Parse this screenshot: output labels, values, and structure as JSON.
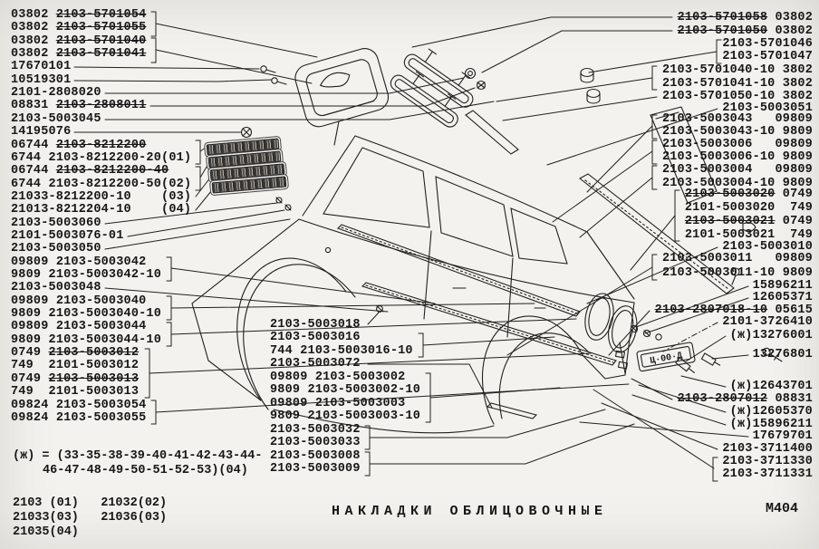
{
  "document": {
    "title": "НАКЛАДКИ ОБЛИЦОВОЧНЫЕ",
    "page_code": "М404"
  },
  "footnote": {
    "symbol_line": "(ж) = (33-35-38-39-40-41-42-43-44-",
    "continuation": "46-47-48-49-50-51-52-53)(04)"
  },
  "model_variants": {
    "rows": [
      "2103 (01)   21032(02)",
      "21033(03)   21036(03)",
      "21035(04)"
    ]
  },
  "plate": {
    "text": "Ц·00·Д"
  },
  "labels": {
    "left": [
      {
        "pre": "03802 ",
        "num": "2103-5701054",
        "struck": true
      },
      {
        "pre": "03802 ",
        "num": "2103-5701055",
        "struck": true
      },
      {
        "pre": "03802 ",
        "num": "2103-5701040",
        "struck": true
      },
      {
        "pre": "03802 ",
        "num": "2103-5701041",
        "struck": true
      },
      {
        "num": "17670101"
      },
      {
        "num": "10519301"
      },
      {
        "num": "2101-2808020"
      },
      {
        "pre": "08831 ",
        "num": "2103-2808011",
        "struck": true
      },
      {
        "num": "2103-5003045"
      },
      {
        "num": "14195076"
      },
      {
        "pre": "06744 ",
        "num": "2103-8212200",
        "struck": true
      },
      {
        "pre": "6744 ",
        "num": "2103-8212200-20(01)"
      },
      {
        "pre": "06744 ",
        "num": "2103-8212200-40",
        "struck": true
      },
      {
        "pre": "6744 ",
        "num": "2103-8212200-50(02)"
      },
      {
        "num": "21033-8212200-10",
        "post": "    (03)"
      },
      {
        "num": "21013-8212204-10",
        "post": "    (04)"
      },
      {
        "num": "2103-5003060"
      },
      {
        "num": "2101-5003076-01"
      },
      {
        "num": "2103-5003050"
      },
      {
        "pre": "09809 ",
        "num": "2103-5003042"
      },
      {
        "pre": "9809 ",
        "num": "2103-5003042-10"
      },
      {
        "num": "2103-5003048"
      },
      {
        "pre": "09809 ",
        "num": "2103-5003040"
      },
      {
        "pre": "9809 ",
        "num": "2103-5003040-10"
      },
      {
        "pre": "09809 ",
        "num": "2103-5003044"
      },
      {
        "pre": "9809 ",
        "num": "2103-5003044-10"
      },
      {
        "pre": "0749 ",
        "num": "2103-5003012",
        "struck": true
      },
      {
        "pre": "749  ",
        "num": "2101-5003012"
      },
      {
        "pre": "0749 ",
        "num": "2103-5003013",
        "struck": true
      },
      {
        "pre": "749  ",
        "num": "2101-5003013"
      },
      {
        "pre": "09824 ",
        "num": "2103-5003054"
      },
      {
        "pre": "09824 ",
        "num": "2103-5003055"
      }
    ],
    "center": [
      {
        "num": "2103-5003018"
      },
      {
        "num": "2103-5003016"
      },
      {
        "pre": "744 ",
        "num": "2103-5003016-10"
      },
      {
        "num": "2103-5003072"
      },
      {
        "pre": "09809 ",
        "num": "2103-5003002"
      },
      {
        "pre": "9809 ",
        "num": "2103-5003002-10"
      },
      {
        "pre": "09809 ",
        "num": "2103-5003003"
      },
      {
        "pre": "9809 ",
        "num": "2103-5003003-10"
      },
      {
        "num": "2103-5003032"
      },
      {
        "num": "2103-5003033"
      },
      {
        "num": "2103-5003008"
      },
      {
        "num": "2103-5003009"
      }
    ],
    "right": [
      {
        "num": "2103-5701058",
        "post": " 03802",
        "struck": true
      },
      {
        "num": "2103-5701050",
        "post": " 03802",
        "struck": true
      },
      {
        "num": "2103-5701046"
      },
      {
        "num": "2103-5701047"
      },
      {
        "num": "2103-5701040-10",
        "post": " 3802"
      },
      {
        "num": "2103-5701041-10",
        "post": " 3802"
      },
      {
        "num": "2103-5701050-10",
        "post": " 3802"
      },
      {
        "num": "2103-5003051"
      },
      {
        "num": "2103-5003043",
        "post": "   09809"
      },
      {
        "num": "2103-5003043-10",
        "post": " 9809"
      },
      {
        "num": "2103-5003006",
        "post": "   09809"
      },
      {
        "num": "2103-5003006-10",
        "post": " 9809"
      },
      {
        "num": "2103-5003004",
        "post": "   09809"
      },
      {
        "num": "2103-5003004-10",
        "post": " 9809"
      },
      {
        "num": "2103-5003020",
        "post": " 0749",
        "struck": true
      },
      {
        "num": "2101-5003020",
        "post": "  749"
      },
      {
        "num": "2103-5003021",
        "post": " 0749",
        "struck": true
      },
      {
        "num": "2101-5003021",
        "post": "  749"
      },
      {
        "num": "2103-5003010"
      },
      {
        "num": "2103-5003011",
        "post": "   09809"
      },
      {
        "num": "2103-5003011-10",
        "post": " 9809"
      },
      {
        "num": "15896211"
      },
      {
        "num": "12605371"
      },
      {
        "num": "2103-2807018-10",
        "post": " 05615",
        "struck": true
      },
      {
        "num": "2101-3726410"
      },
      {
        "pre": "(ж)",
        "num": "13276001"
      },
      {
        "num": "13276801"
      },
      {
        "pre": "(ж)",
        "num": "12643701"
      },
      {
        "num": "2103-2807012",
        "post": " 08831",
        "struck": true
      },
      {
        "pre": "(ж)",
        "num": "12605370"
      },
      {
        "pre": "(ж)",
        "num": "15896211"
      },
      {
        "num": "17679701"
      },
      {
        "num": "2103-3711400"
      },
      {
        "num": "2103-3711330"
      },
      {
        "num": "2103-3711331"
      }
    ]
  }
}
